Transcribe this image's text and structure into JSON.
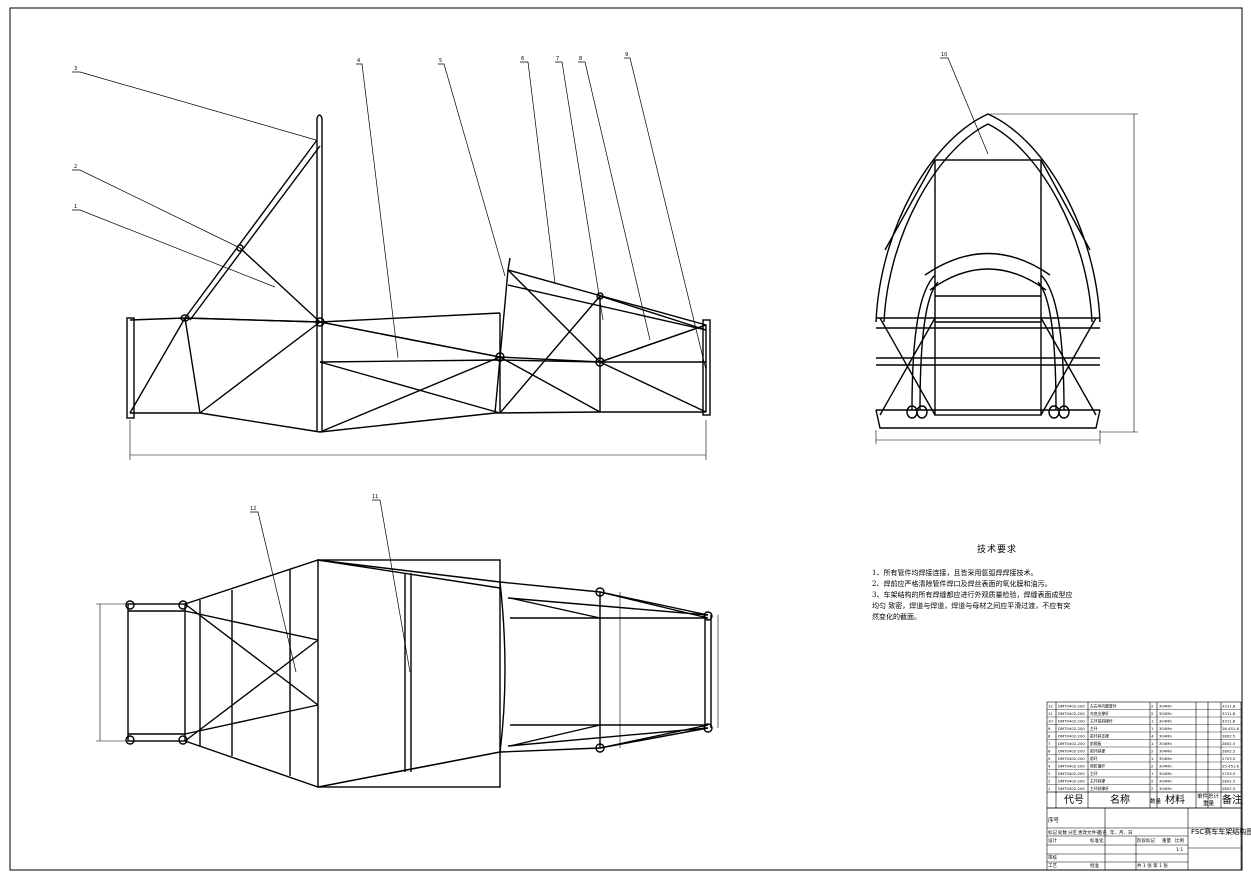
{
  "callouts": [
    "1",
    "2",
    "3",
    "4",
    "5",
    "6",
    "7",
    "8",
    "9",
    "10",
    "11",
    "12"
  ],
  "tech_requirements": {
    "title": "技术要求",
    "lines": [
      "1、所有管件均焊接连接，且皆采用氩弧焊焊接技术。",
      "2、焊前应严格清除管件焊口及焊丝表面的氧化膜和油污。",
      "3、车架结构的所有焊缝都应进行外观质量检验，焊缝表面成型应",
      "均匀  致密，焊道与焊道，焊道与母材之间应平滑过渡，不应有突",
      "然变化的截面。"
    ]
  },
  "bom": {
    "rows": [
      {
        "no": "12",
        "code": "DMT0402-200",
        "name": "左右纵向圆管件",
        "qty": "2",
        "mat": "304Mn",
        "wt": "3311.8"
      },
      {
        "no": "11",
        "code": "DMT0402-200",
        "name": "车底支撑杆",
        "qty": "2",
        "mat": "304Mn",
        "wt": "3311.8"
      },
      {
        "no": "10",
        "code": "DMT0402-200",
        "name": "主环前斜撑杆",
        "qty": "1",
        "mat": "304Mn",
        "wt": "3311.8"
      },
      {
        "no": "9",
        "code": "DMT0402-200",
        "name": "主环",
        "qty": "1",
        "mat": "304Mn",
        "wt": "26.451.6"
      },
      {
        "no": "8",
        "code": "DMT0402-200",
        "name": "前环斜支撑",
        "qty": "4",
        "mat": "304Mn",
        "wt": "2802.5"
      },
      {
        "no": "7",
        "code": "DMT0402-200",
        "name": "前隔板",
        "qty": "1",
        "mat": "304Mn",
        "wt": "2802.5"
      },
      {
        "no": "6",
        "code": "DMT0402-200",
        "name": "前环斜撑",
        "qty": "2",
        "mat": "304Mn",
        "wt": "2802.5"
      },
      {
        "no": "5",
        "code": "DMT0402-200",
        "name": "前环",
        "qty": "1",
        "mat": "304Mn",
        "wt": "2703.5"
      },
      {
        "no": "4",
        "code": "DMT0402-200",
        "name": "侧防撞杆",
        "qty": "2",
        "mat": "304Mn",
        "wt": "25.451.6"
      },
      {
        "no": "3",
        "code": "DMT0402-200",
        "name": "主环",
        "qty": "1",
        "mat": "304Mn",
        "wt": "2703.5"
      },
      {
        "no": "2",
        "code": "DMT0402-200",
        "name": "主环斜撑",
        "qty": "2",
        "mat": "304Mn",
        "wt": "2802.5"
      },
      {
        "no": "1",
        "code": "DMT0402-200",
        "name": "主环斜撑杆",
        "qty": "2",
        "mat": "304Mn",
        "wt": "2802.5"
      }
    ],
    "header": {
      "no": "序号",
      "code": "代号",
      "name": "名称",
      "qty": "数量",
      "mat": "材料",
      "wt_single": "单件",
      "wt_total": "总计",
      "wt": "重量",
      "note": "备注"
    }
  },
  "title_block": {
    "drawing_title": "FSC赛车车架结构图",
    "rows_left": [
      "标记",
      "处数",
      "分区",
      "更改文件号",
      "签名",
      "年、月、日"
    ],
    "designer": "设计",
    "standard": "标准化",
    "reviewer": "审核",
    "process": "工艺",
    "approve": "批准",
    "stage": "阶段标记",
    "weight": "重量",
    "scale": "比例",
    "scale_value": "1:1",
    "sheet": "共 1 张  第 1 张"
  }
}
